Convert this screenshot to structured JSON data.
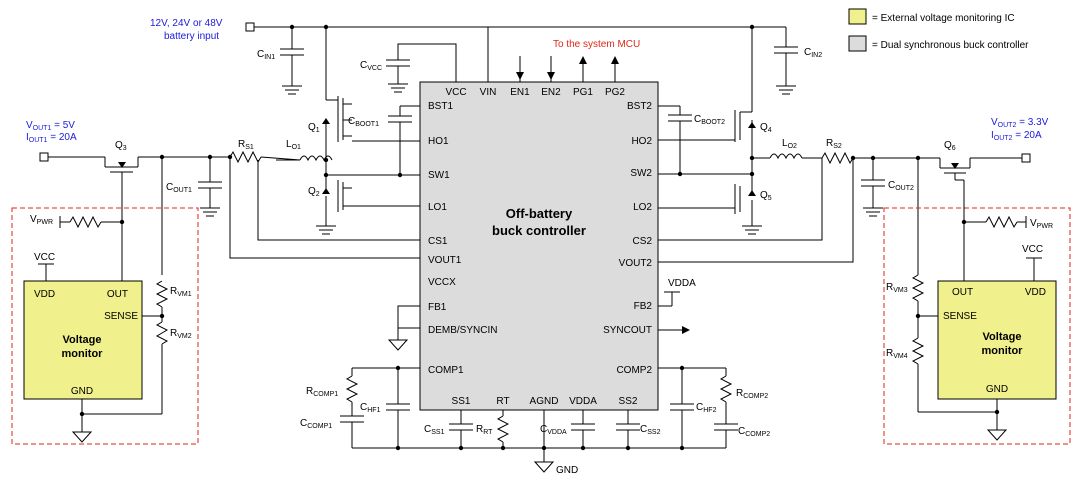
{
  "legend": {
    "ext_label": "= External voltage monitoring IC",
    "buck_label": "= Dual synchronous buck controller",
    "ext_color": "#f0f08c",
    "buck_color": "#dcdcdc"
  },
  "input": {
    "line1": "12V, 24V or 48V",
    "line2": "battery input"
  },
  "mcu_label": "To the system MCU",
  "ic": {
    "title1": "Off-battery",
    "title2": "buck controller",
    "top_pins": [
      "VCC",
      "VIN",
      "EN1",
      "EN2",
      "PG1",
      "PG2"
    ],
    "left_pins": [
      "BST1",
      "HO1",
      "SW1",
      "LO1",
      "CS1",
      "VOUT1",
      "VCCX",
      "FB1",
      "DEMB/SYNCIN",
      "COMP1"
    ],
    "right_pins": [
      "BST2",
      "HO2",
      "SW2",
      "LO2",
      "CS2",
      "VOUT2",
      "FB2",
      "SYNCOUT",
      "COMP2"
    ],
    "bottom_pins": [
      "SS1",
      "RT",
      "AGND",
      "VDDA",
      "SS2"
    ]
  },
  "out1": {
    "v": "V",
    "v_sub": "OUT1",
    "v_val": " = 5V",
    "i": "I",
    "i_sub": "OUT1",
    "i_val": " = 20A"
  },
  "out2": {
    "v": "V",
    "v_sub": "OUT2",
    "v_val": " = 3.3V",
    "i": "I",
    "i_sub": "OUT2",
    "i_val": " = 20A"
  },
  "components": {
    "cin1": [
      "C",
      "IN1"
    ],
    "cin2": [
      "C",
      "IN2"
    ],
    "cvcc": [
      "C",
      "VCC"
    ],
    "cboot1": [
      "C",
      "BOOT1"
    ],
    "cboot2": [
      "C",
      "BOOT2"
    ],
    "q1": [
      "Q",
      "1"
    ],
    "q2": [
      "Q",
      "2"
    ],
    "q3": [
      "Q",
      "3"
    ],
    "q4": [
      "Q",
      "4"
    ],
    "q5": [
      "Q",
      "5"
    ],
    "q6": [
      "Q",
      "6"
    ],
    "rs1": [
      "R",
      "S1"
    ],
    "rs2": [
      "R",
      "S2"
    ],
    "lo1": [
      "L",
      "O1"
    ],
    "lo2": [
      "L",
      "O2"
    ],
    "cout1": [
      "C",
      "OUT1"
    ],
    "cout2": [
      "C",
      "OUT2"
    ],
    "vpwr1": [
      "V",
      "PWR"
    ],
    "vpwr2": [
      "V",
      "PWR"
    ],
    "rvm1": [
      "R",
      "VM1"
    ],
    "rvm2": [
      "R",
      "VM2"
    ],
    "rvm3": [
      "R",
      "VM3"
    ],
    "rvm4": [
      "R",
      "VM4"
    ],
    "rcomp1": [
      "R",
      "COMP1"
    ],
    "rcomp2": [
      "R",
      "COMP2"
    ],
    "ccomp1": [
      "C",
      "COMP1"
    ],
    "ccomp2": [
      "C",
      "COMP2"
    ],
    "chf1": [
      "C",
      "HF1"
    ],
    "chf2": [
      "C",
      "HF2"
    ],
    "css1": [
      "C",
      "SS1"
    ],
    "css2": [
      "C",
      "SS2"
    ],
    "rrt": [
      "R",
      "RT"
    ],
    "cvdda": [
      "C",
      "VDDA"
    ]
  },
  "monitor": {
    "vdd": "VDD",
    "out": "OUT",
    "sense": "SENSE",
    "gnd": "GND",
    "title1": "Voltage",
    "title2": "monitor"
  },
  "vcc_label": "VCC",
  "vdda_label": "VDDA",
  "gnd_label": "GND"
}
